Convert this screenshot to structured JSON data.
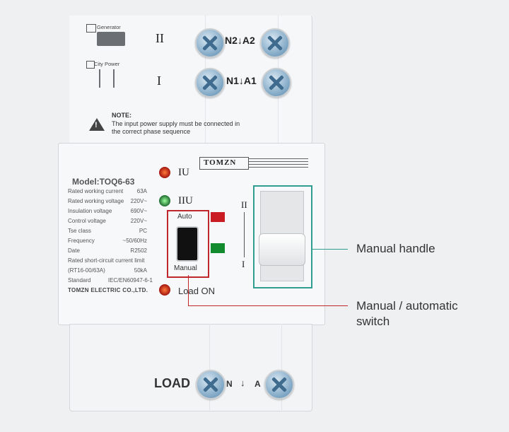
{
  "top_section": {
    "generator_label": "Generator",
    "generator_roman": "II",
    "generator_terminal": "N2↓A2",
    "city_label": "City Power",
    "city_roman": "I",
    "city_terminal": "N1↓A1",
    "note_title": "NOTE:",
    "note_line1": "The input power supply must be connected in",
    "note_line2": "the correct phase sequence"
  },
  "panel": {
    "brand": "TOMZN",
    "model": "Model:TOQ6-63",
    "led_iu": "IU",
    "led_iiu": "IIU",
    "switch_auto": "Auto",
    "switch_manual": "Manual",
    "load_on": "Load ON",
    "handle_top": "II",
    "handle_bottom": "I",
    "specs": [
      {
        "label": "Rated working current",
        "value": "63A"
      },
      {
        "label": "Rated working voltage",
        "value": "220V~"
      },
      {
        "label": "Insulation voltage",
        "value": "690V~"
      },
      {
        "label": "Control voltage",
        "value": "220V~"
      },
      {
        "label": "Tse class",
        "value": "PC"
      },
      {
        "label": "Frequency",
        "value": "~50/60Hz"
      },
      {
        "label": "Date",
        "value": "R2502"
      },
      {
        "label": "Rated short-circuit current limit",
        "value": ""
      },
      {
        "label": "(RT16-00/63A)",
        "value": "50kA"
      },
      {
        "label": "Standard",
        "value": "IEC/EN60947-6-1"
      }
    ],
    "company": "TOMZN ELECTRIC CO.,LTD."
  },
  "bottom_section": {
    "load_label": "LOAD",
    "terminal_n": "N",
    "terminal_arrow": "↓",
    "terminal_a": "A"
  },
  "callouts": {
    "handle": "Manual handle",
    "switch_line1": "Manual / automatic",
    "switch_line2": "switch",
    "handle_color": "#2f9e8e",
    "switch_color": "#c0272d"
  }
}
